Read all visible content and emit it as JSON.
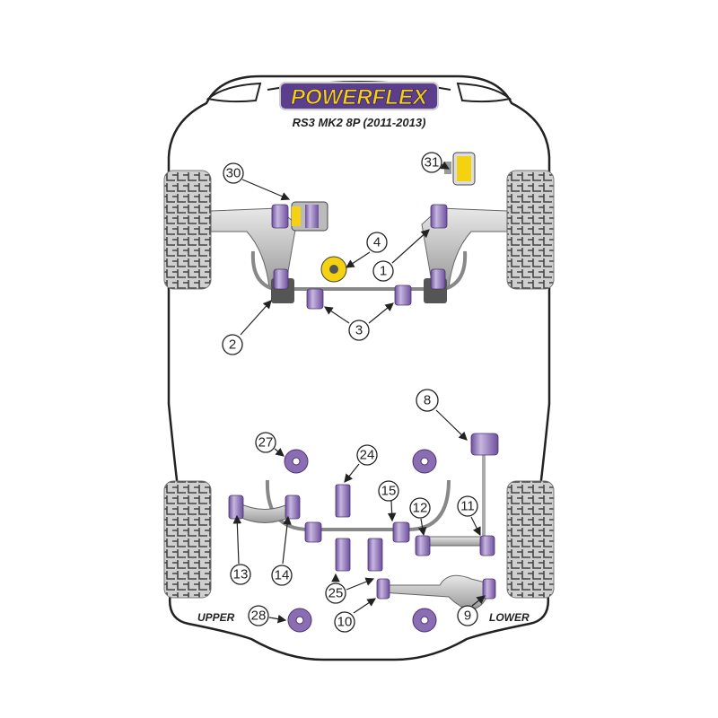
{
  "brand": {
    "logo_text": "POWERFLEX",
    "model": "RS3 MK2 8P (2011-2013)"
  },
  "colors": {
    "bush_light": "#b9a6d6",
    "bush_dark": "#6d4f9c",
    "logo_bg": "#5b3e8c",
    "logo_text": "#f5d20f",
    "tyre": "#c9c9c9"
  },
  "callouts": [
    "30",
    "31",
    "4",
    "1",
    "2",
    "3",
    "8",
    "27",
    "24",
    "15",
    "12",
    "11",
    "13",
    "14",
    "25",
    "10",
    "9",
    "28"
  ],
  "labels": {
    "upper": "UPPER",
    "lower": "LOWER"
  }
}
